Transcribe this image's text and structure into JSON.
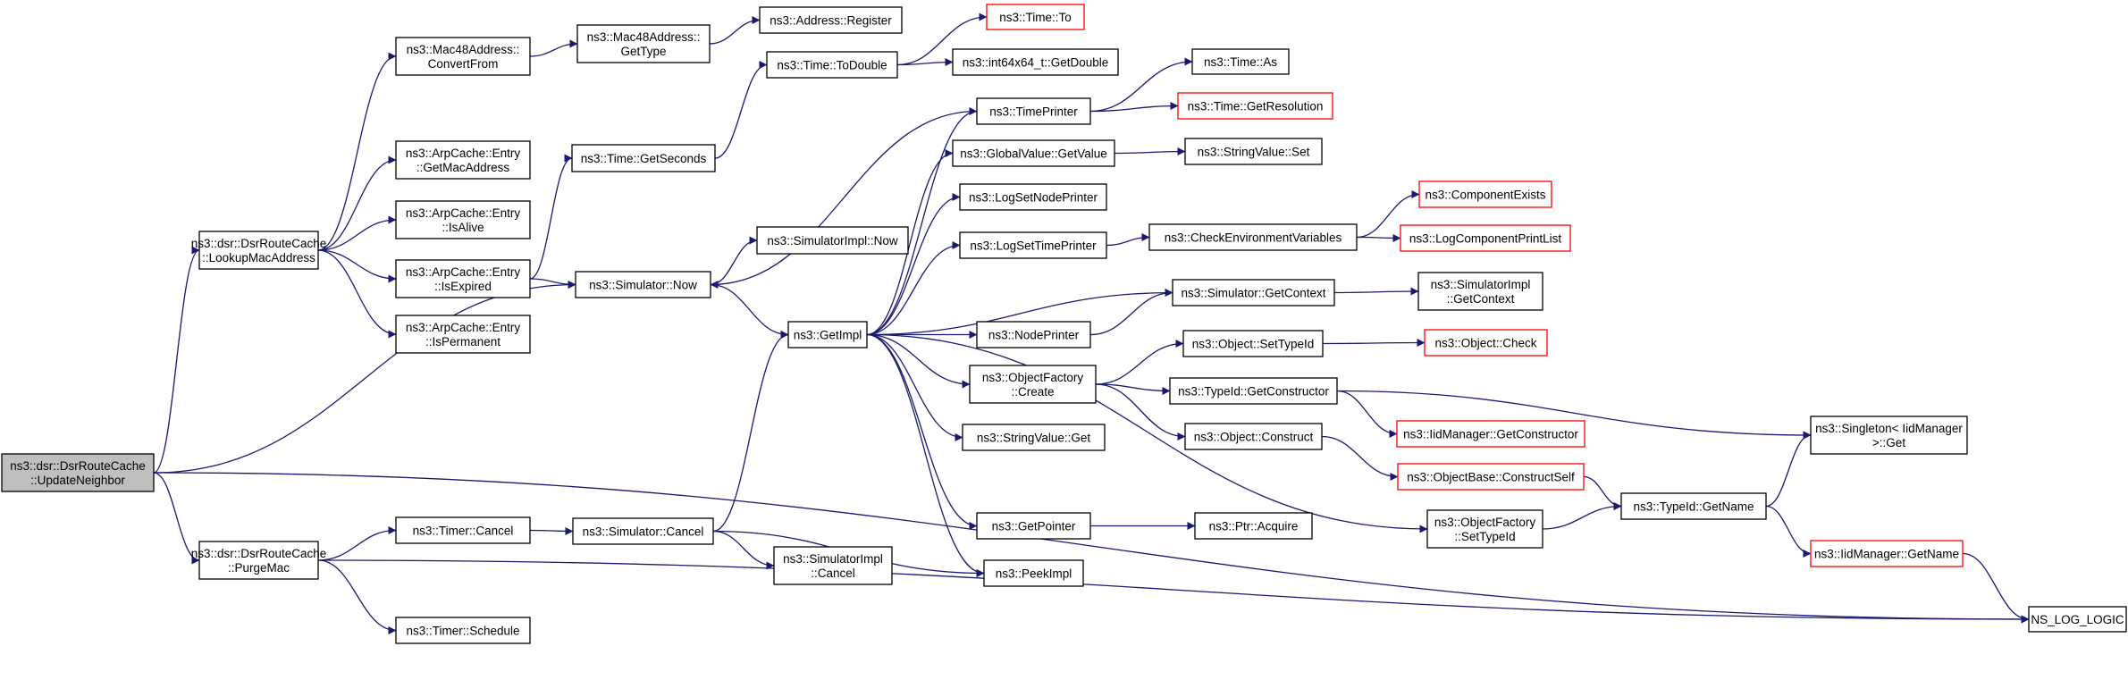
{
  "graph": {
    "title": "",
    "edge_color": "#191970",
    "root_fill": "#bfbfbf",
    "truncated_border": "#ff0000",
    "nodes": [
      {
        "id": "n_update",
        "lines": [
          "ns3::dsr::DsrRouteCache",
          "::UpdateNeighbor"
        ],
        "kind": "root"
      },
      {
        "id": "n_lookup",
        "lines": [
          "ns3::dsr::DsrRouteCache",
          "::LookupMacAddress"
        ],
        "kind": "normal"
      },
      {
        "id": "n_purge",
        "lines": [
          "ns3::dsr::DsrRouteCache",
          "::PurgeMac"
        ],
        "kind": "normal"
      },
      {
        "id": "n_convertfrom",
        "lines": [
          "ns3::Mac48Address::",
          "ConvertFrom"
        ],
        "kind": "normal"
      },
      {
        "id": "n_getmac",
        "lines": [
          "ns3::ArpCache::Entry",
          "::GetMacAddress"
        ],
        "kind": "normal"
      },
      {
        "id": "n_isalive",
        "lines": [
          "ns3::ArpCache::Entry",
          "::IsAlive"
        ],
        "kind": "normal"
      },
      {
        "id": "n_isexpired",
        "lines": [
          "ns3::ArpCache::Entry",
          "::IsExpired"
        ],
        "kind": "normal"
      },
      {
        "id": "n_ispermanent",
        "lines": [
          "ns3::ArpCache::Entry",
          "::IsPermanent"
        ],
        "kind": "normal"
      },
      {
        "id": "n_timercancel",
        "lines": [
          "ns3::Timer::Cancel"
        ],
        "kind": "normal"
      },
      {
        "id": "n_timerschedule",
        "lines": [
          "ns3::Timer::Schedule"
        ],
        "kind": "normal"
      },
      {
        "id": "n_mac48gettype",
        "lines": [
          "ns3::Mac48Address::",
          "GetType"
        ],
        "kind": "normal"
      },
      {
        "id": "n_getseconds",
        "lines": [
          "ns3::Time::GetSeconds"
        ],
        "kind": "normal"
      },
      {
        "id": "n_simnow",
        "lines": [
          "ns3::Simulator::Now"
        ],
        "kind": "normal"
      },
      {
        "id": "n_simcancel",
        "lines": [
          "ns3::Simulator::Cancel"
        ],
        "kind": "normal"
      },
      {
        "id": "n_addrregister",
        "lines": [
          "ns3::Address::Register"
        ],
        "kind": "normal"
      },
      {
        "id": "n_todouble",
        "lines": [
          "ns3::Time::ToDouble"
        ],
        "kind": "normal"
      },
      {
        "id": "n_simimplnow",
        "lines": [
          "ns3::SimulatorImpl::Now"
        ],
        "kind": "normal"
      },
      {
        "id": "n_getimpl",
        "lines": [
          "ns3::GetImpl"
        ],
        "kind": "normal"
      },
      {
        "id": "n_simimplcancel",
        "lines": [
          "ns3::SimulatorImpl",
          "::Cancel"
        ],
        "kind": "normal"
      },
      {
        "id": "n_timeto",
        "lines": [
          "ns3::Time::To"
        ],
        "kind": "truncated"
      },
      {
        "id": "n_int64getdouble",
        "lines": [
          "ns3::int64x64_t::GetDouble"
        ],
        "kind": "normal"
      },
      {
        "id": "n_timeprinter",
        "lines": [
          "ns3::TimePrinter"
        ],
        "kind": "normal"
      },
      {
        "id": "n_globalgetvalue",
        "lines": [
          "ns3::GlobalValue::GetValue"
        ],
        "kind": "normal"
      },
      {
        "id": "n_logsetnode",
        "lines": [
          "ns3::LogSetNodePrinter"
        ],
        "kind": "normal"
      },
      {
        "id": "n_logsettime",
        "lines": [
          "ns3::LogSetTimePrinter"
        ],
        "kind": "normal"
      },
      {
        "id": "n_nodeprinter",
        "lines": [
          "ns3::NodePrinter"
        ],
        "kind": "normal"
      },
      {
        "id": "n_objfactcreate",
        "lines": [
          "ns3::ObjectFactory",
          "::Create"
        ],
        "kind": "normal"
      },
      {
        "id": "n_stringvalueget",
        "lines": [
          "ns3::StringValue::Get"
        ],
        "kind": "normal"
      },
      {
        "id": "n_getpointer",
        "lines": [
          "ns3::GetPointer"
        ],
        "kind": "normal"
      },
      {
        "id": "n_peekimpl",
        "lines": [
          "ns3::PeekImpl"
        ],
        "kind": "normal"
      },
      {
        "id": "n_timeas",
        "lines": [
          "ns3::Time::As"
        ],
        "kind": "normal"
      },
      {
        "id": "n_getresolution",
        "lines": [
          "ns3::Time::GetResolution"
        ],
        "kind": "truncated"
      },
      {
        "id": "n_stringvalueset",
        "lines": [
          "ns3::StringValue::Set"
        ],
        "kind": "normal"
      },
      {
        "id": "n_checkenv",
        "lines": [
          "ns3::CheckEnvironmentVariables"
        ],
        "kind": "normal"
      },
      {
        "id": "n_simgetcontext",
        "lines": [
          "ns3::Simulator::GetContext"
        ],
        "kind": "normal"
      },
      {
        "id": "n_objsettypeid",
        "lines": [
          "ns3::Object::SetTypeId"
        ],
        "kind": "normal"
      },
      {
        "id": "n_typeidgetctor",
        "lines": [
          "ns3::TypeId::GetConstructor"
        ],
        "kind": "normal"
      },
      {
        "id": "n_objconstruct",
        "lines": [
          "ns3::Object::Construct"
        ],
        "kind": "normal"
      },
      {
        "id": "n_ptracquire",
        "lines": [
          "ns3::Ptr::Acquire"
        ],
        "kind": "normal"
      },
      {
        "id": "n_componentexists",
        "lines": [
          "ns3::ComponentExists"
        ],
        "kind": "truncated"
      },
      {
        "id": "n_logcompprint",
        "lines": [
          "ns3::LogComponentPrintList"
        ],
        "kind": "truncated"
      },
      {
        "id": "n_simimplgetcontext",
        "lines": [
          "ns3::SimulatorImpl",
          "::GetContext"
        ],
        "kind": "normal"
      },
      {
        "id": "n_objcheck",
        "lines": [
          "ns3::Object::Check"
        ],
        "kind": "truncated"
      },
      {
        "id": "n_iidgetctor",
        "lines": [
          "ns3::IidManager::GetConstructor"
        ],
        "kind": "truncated"
      },
      {
        "id": "n_objbaseconstructself",
        "lines": [
          "ns3::ObjectBase::ConstructSelf"
        ],
        "kind": "truncated"
      },
      {
        "id": "n_objfactsettypeid",
        "lines": [
          "ns3::ObjectFactory",
          "::SetTypeId"
        ],
        "kind": "normal"
      },
      {
        "id": "n_typeidgetname",
        "lines": [
          "ns3::TypeId::GetName"
        ],
        "kind": "normal"
      },
      {
        "id": "n_singletonget",
        "lines": [
          "ns3::Singleton< IidManager",
          ">::Get"
        ],
        "kind": "normal"
      },
      {
        "id": "n_iidgetname",
        "lines": [
          "ns3::IidManager::GetName"
        ],
        "kind": "truncated"
      },
      {
        "id": "n_nslog",
        "lines": [
          "NS_LOG_LOGIC"
        ],
        "kind": "normal"
      }
    ],
    "edges": [
      [
        "n_update",
        "n_lookup"
      ],
      [
        "n_update",
        "n_simnow"
      ],
      [
        "n_update",
        "n_purge"
      ],
      [
        "n_update",
        "n_nslog"
      ],
      [
        "n_lookup",
        "n_convertfrom"
      ],
      [
        "n_lookup",
        "n_getmac"
      ],
      [
        "n_lookup",
        "n_isalive"
      ],
      [
        "n_lookup",
        "n_isexpired"
      ],
      [
        "n_lookup",
        "n_ispermanent"
      ],
      [
        "n_convertfrom",
        "n_mac48gettype"
      ],
      [
        "n_mac48gettype",
        "n_addrregister"
      ],
      [
        "n_isexpired",
        "n_getseconds"
      ],
      [
        "n_isexpired",
        "n_simnow"
      ],
      [
        "n_getseconds",
        "n_todouble"
      ],
      [
        "n_todouble",
        "n_timeto"
      ],
      [
        "n_todouble",
        "n_int64getdouble"
      ],
      [
        "n_simnow",
        "n_simimplnow"
      ],
      [
        "n_simnow",
        "n_getimpl"
      ],
      [
        "n_purge",
        "n_timercancel"
      ],
      [
        "n_purge",
        "n_timerschedule"
      ],
      [
        "n_purge",
        "n_nslog"
      ],
      [
        "n_timercancel",
        "n_simcancel"
      ],
      [
        "n_simcancel",
        "n_getimpl"
      ],
      [
        "n_simcancel",
        "n_simimplcancel"
      ],
      [
        "n_simcancel",
        "n_peekimpl"
      ],
      [
        "n_getimpl",
        "n_timeprinter"
      ],
      [
        "n_getimpl",
        "n_globalgetvalue"
      ],
      [
        "n_getimpl",
        "n_logsetnode"
      ],
      [
        "n_getimpl",
        "n_logsettime"
      ],
      [
        "n_getimpl",
        "n_simgetcontext"
      ],
      [
        "n_getimpl",
        "n_nodeprinter"
      ],
      [
        "n_getimpl",
        "n_objfactcreate"
      ],
      [
        "n_getimpl",
        "n_stringvalueget"
      ],
      [
        "n_getimpl",
        "n_getpointer"
      ],
      [
        "n_getimpl",
        "n_peekimpl"
      ],
      [
        "n_getimpl",
        "n_objfactsettypeid"
      ],
      [
        "n_timeprinter",
        "n_timeas"
      ],
      [
        "n_timeprinter",
        "n_getresolution"
      ],
      [
        "n_timeprinter",
        "n_simnow"
      ],
      [
        "n_globalgetvalue",
        "n_stringvalueset"
      ],
      [
        "n_logsettime",
        "n_checkenv"
      ],
      [
        "n_checkenv",
        "n_componentexists"
      ],
      [
        "n_checkenv",
        "n_logcompprint"
      ],
      [
        "n_simgetcontext",
        "n_simimplgetcontext"
      ],
      [
        "n_nodeprinter",
        "n_simgetcontext"
      ],
      [
        "n_objfactcreate",
        "n_objsettypeid"
      ],
      [
        "n_objfactcreate",
        "n_typeidgetctor"
      ],
      [
        "n_objfactcreate",
        "n_objconstruct"
      ],
      [
        "n_objsettypeid",
        "n_objcheck"
      ],
      [
        "n_typeidgetctor",
        "n_iidgetctor"
      ],
      [
        "n_typeidgetctor",
        "n_singletonget"
      ],
      [
        "n_objconstruct",
        "n_objbaseconstructself"
      ],
      [
        "n_objbaseconstructself",
        "n_typeidgetname"
      ],
      [
        "n_getpointer",
        "n_ptracquire"
      ],
      [
        "n_objfactsettypeid",
        "n_typeidgetname"
      ],
      [
        "n_typeidgetname",
        "n_singletonget"
      ],
      [
        "n_typeidgetname",
        "n_iidgetname"
      ],
      [
        "n_iidgetname",
        "n_nslog"
      ]
    ]
  }
}
